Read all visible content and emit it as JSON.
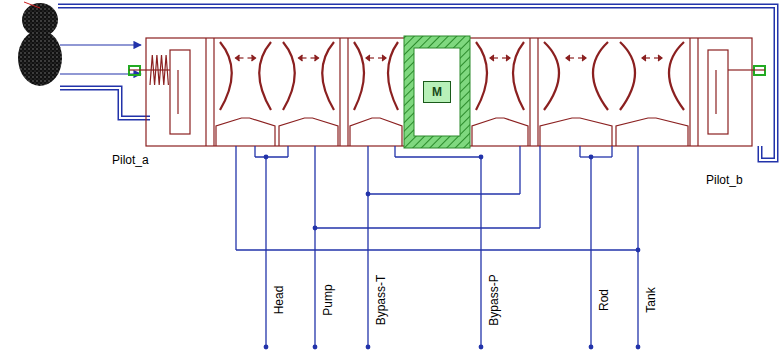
{
  "diagram": {
    "nodes": [
      {
        "text": [
          "M"
        ]
      }
    ],
    "labels": [
      "Pilot_a",
      "Pilot_b",
      "Head",
      "Pump",
      "Bypass-T",
      "Bypass-P",
      "Rod",
      "Tank"
    ]
  }
}
